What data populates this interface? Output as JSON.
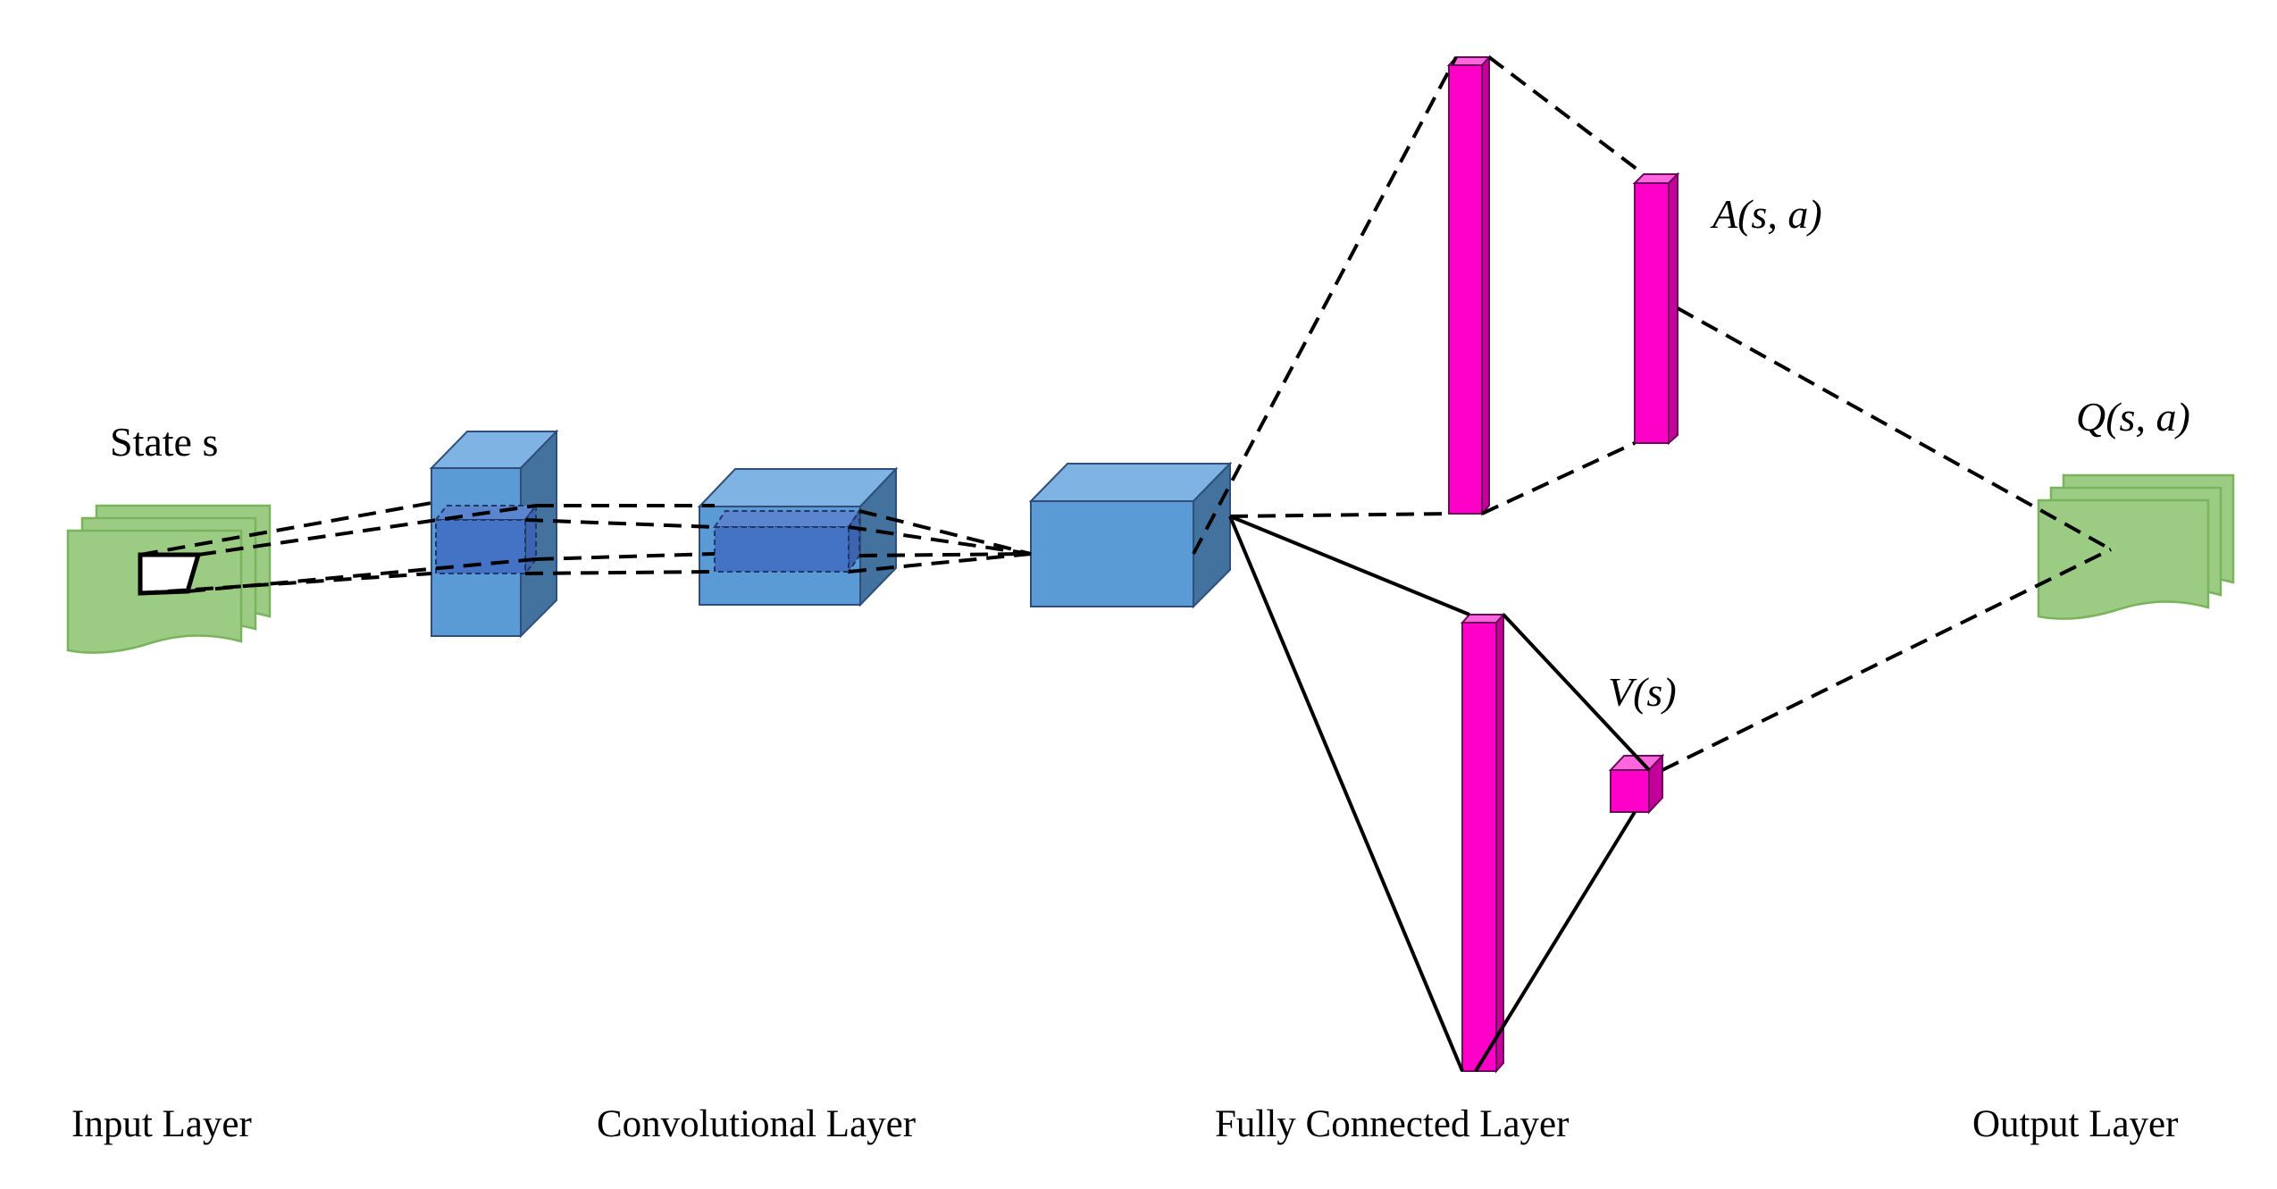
{
  "labels": {
    "state": "State s",
    "advantage": "A(s, a)",
    "q_value": "Q(s, a)",
    "value": "V(s)"
  },
  "captions": {
    "input": "Input Layer",
    "convolutional": "Convolutional Layer",
    "fully_connected": "Fully Connected Layer",
    "output": "Output Layer"
  },
  "colors": {
    "input_fill": "#9ccc84",
    "conv_front": "#5b9bd5",
    "conv_side": "#44729f",
    "conv_top": "#7fb3e3",
    "kernel": "#4472c4",
    "fc_front": "#ff00c8",
    "fc_side": "#c4009a",
    "fc_top": "#ff66dd"
  }
}
